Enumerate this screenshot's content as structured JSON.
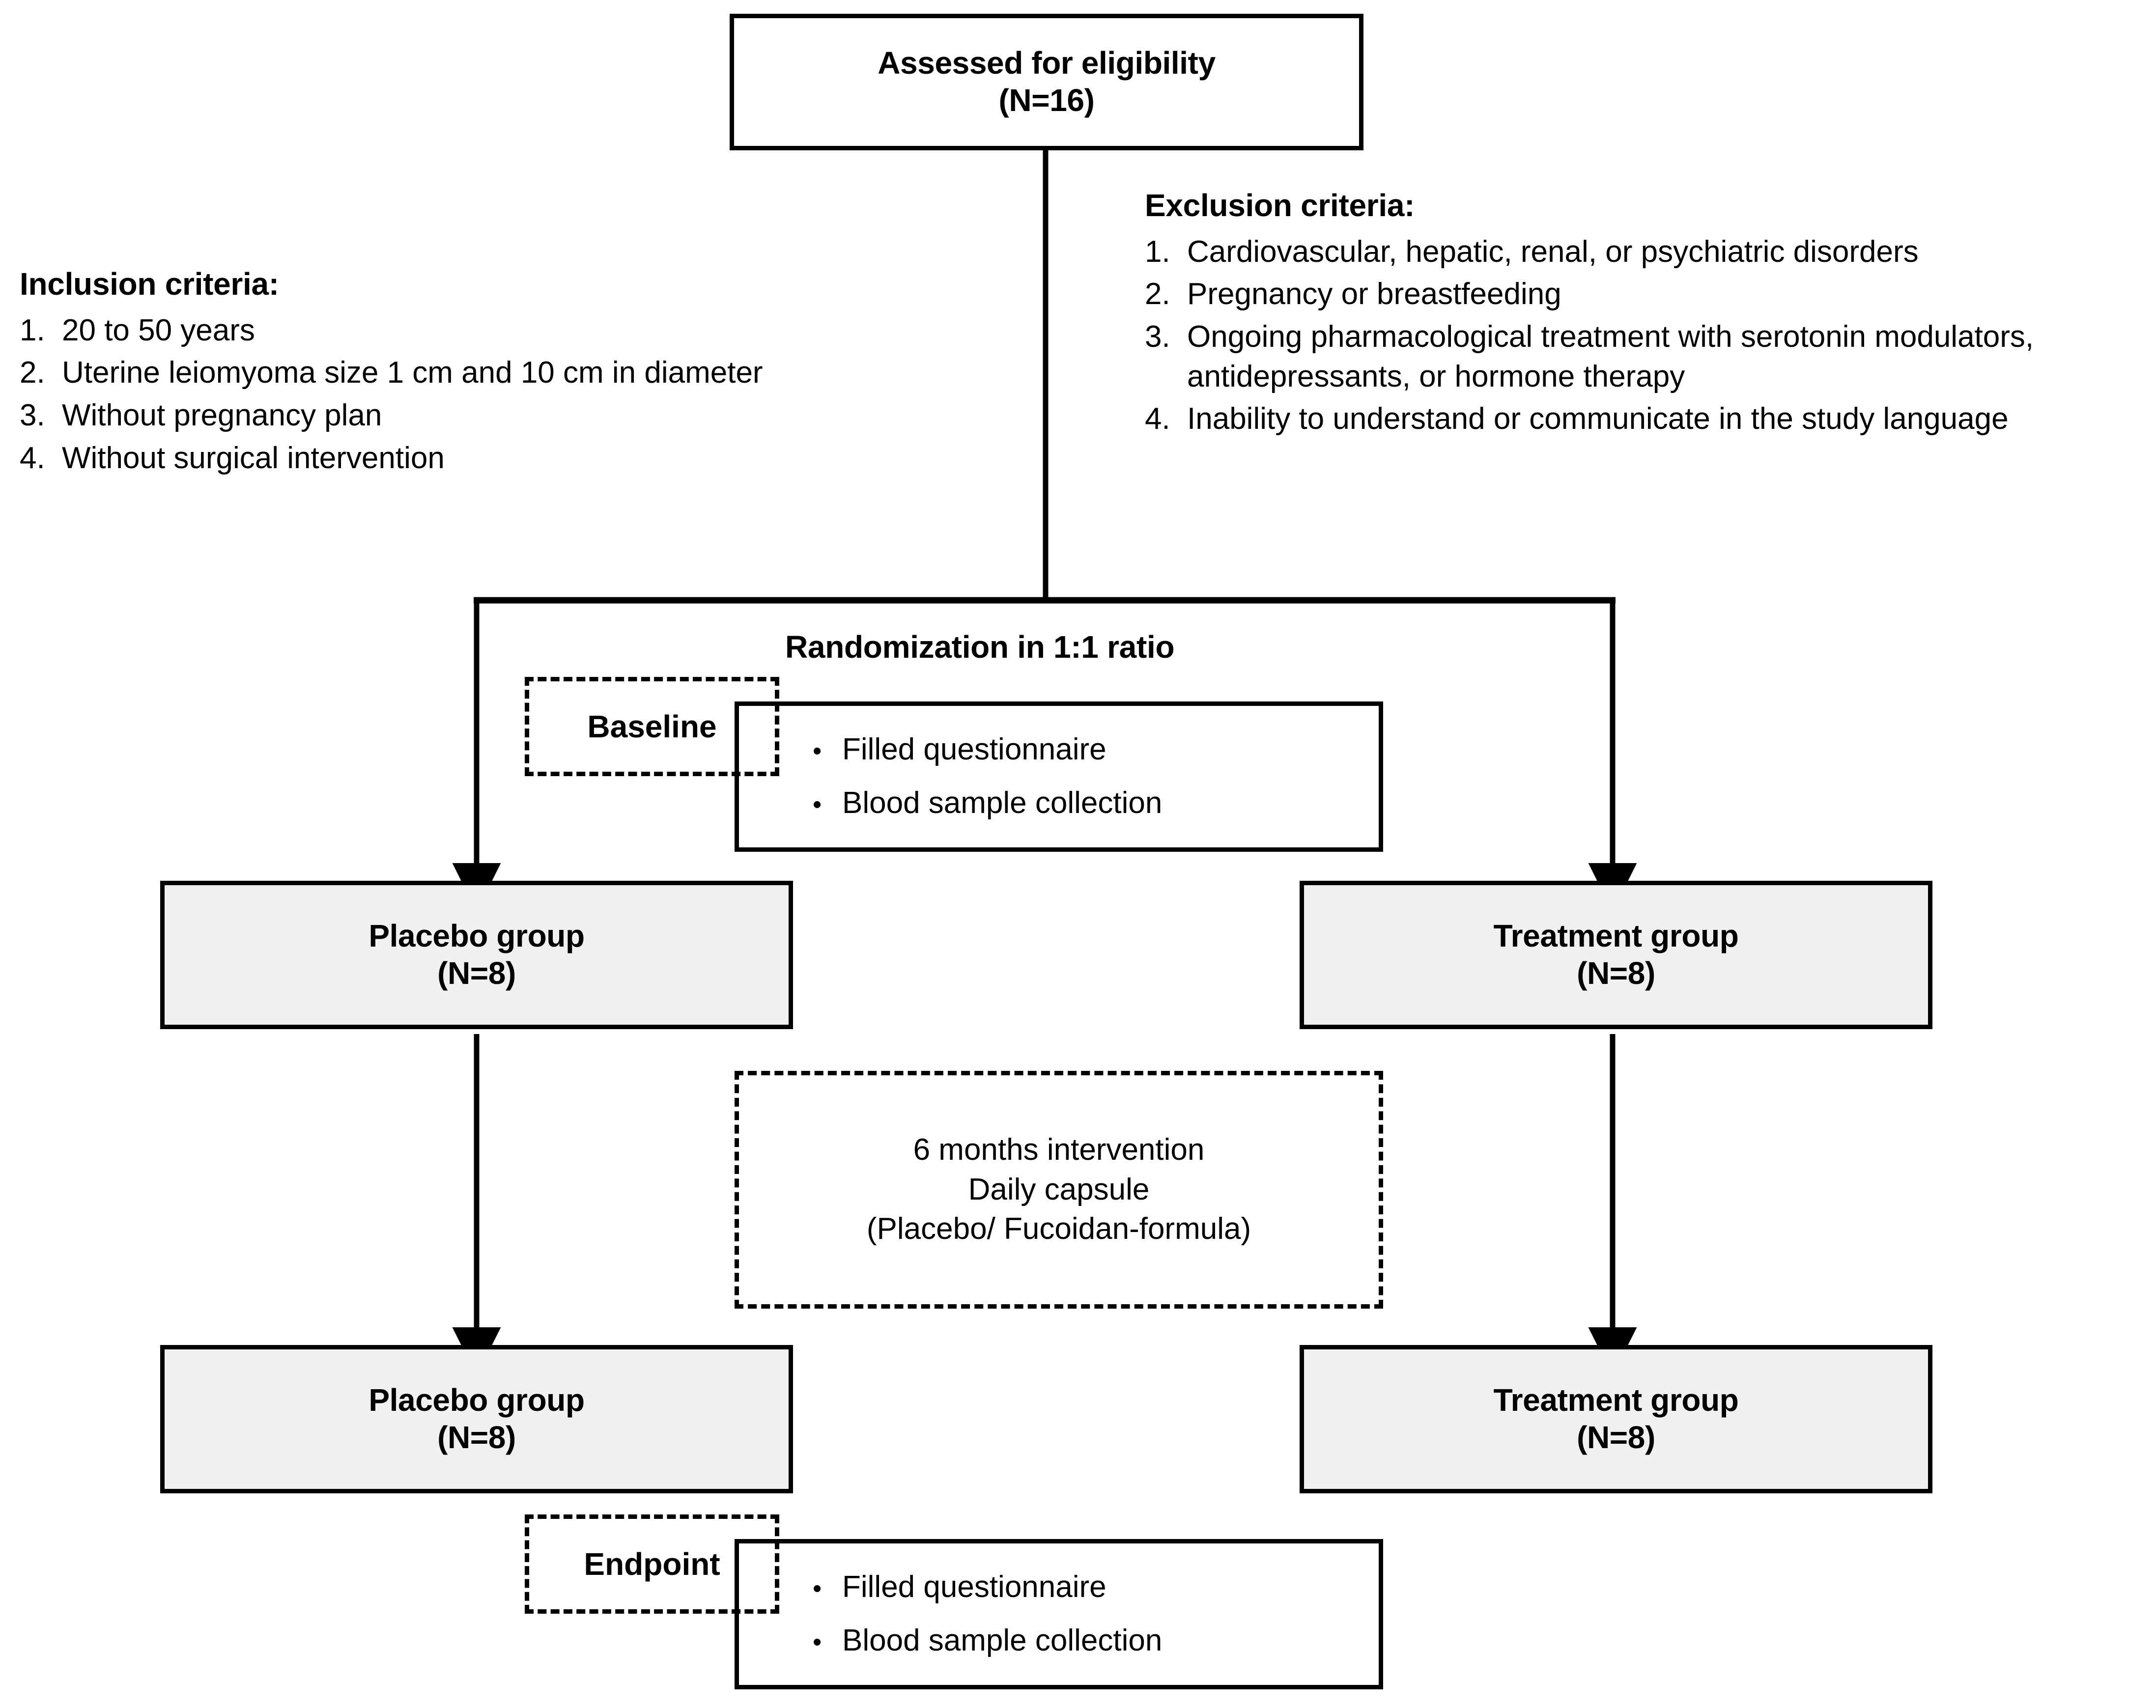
{
  "flowchart": {
    "title_box": {
      "line1": "Assessed for eligibility",
      "line2": "(N=16)"
    },
    "inclusion": {
      "heading": "Inclusion criteria:",
      "items": [
        {
          "num": "1.",
          "text": "20 to 50 years"
        },
        {
          "num": "2.",
          "text": "Uterine leiomyoma size 1 cm and 10 cm in diameter"
        },
        {
          "num": "3.",
          "text": "Without pregnancy plan"
        },
        {
          "num": "4.",
          "text": "Without surgical intervention"
        }
      ]
    },
    "exclusion": {
      "heading": "Exclusion criteria:",
      "items": [
        {
          "num": "1.",
          "text": "Cardiovascular, hepatic, renal, or psychiatric disorders"
        },
        {
          "num": "2.",
          "text": "Pregnancy or breastfeeding"
        },
        {
          "num": "3.",
          "text": "Ongoing pharmacological treatment with serotonin modulators, antidepressants, or hormone therapy"
        },
        {
          "num": "4.",
          "text": "Inability to understand or communicate in the study language"
        }
      ]
    },
    "randomization_label": "Randomization in 1:1 ratio",
    "baseline": {
      "tag": "Baseline",
      "bullets": [
        "Filled questionnaire",
        "Blood sample collection"
      ]
    },
    "endpoint": {
      "tag": "Endpoint",
      "bullets": [
        "Filled questionnaire",
        "Blood sample collection"
      ]
    },
    "placebo_top": {
      "line1": "Placebo group",
      "line2": "(N=8)"
    },
    "treatment_top": {
      "line1": "Treatment group",
      "line2": "(N=8)"
    },
    "placebo_bottom": {
      "line1": "Placebo group",
      "line2": "(N=8)"
    },
    "treatment_bottom": {
      "line1": "Treatment group",
      "line2": "(N=8)"
    },
    "intervention": {
      "line1": "6 months intervention",
      "line2": "Daily capsule",
      "line3": "(Placebo/ Fucoidan-formula)"
    },
    "bullet_glyph": "•",
    "colors": {
      "stroke": "#000000",
      "group_fill": "#f0f0f0",
      "box_fill": "#ffffff",
      "page_bg": "#ffffff"
    }
  }
}
